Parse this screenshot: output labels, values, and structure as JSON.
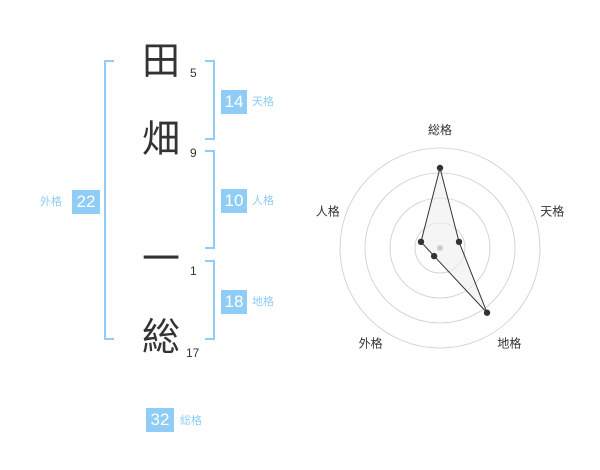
{
  "name": {
    "chars": [
      {
        "char": "田",
        "strokes": "5"
      },
      {
        "char": "畑",
        "strokes": "9"
      },
      {
        "char": "一",
        "strokes": "1"
      },
      {
        "char": "総",
        "strokes": "17"
      }
    ]
  },
  "fortunes": {
    "tenkaku": {
      "value": "14",
      "label": "天格"
    },
    "jinkaku": {
      "value": "10",
      "label": "人格"
    },
    "chikaku": {
      "value": "18",
      "label": "地格"
    },
    "gaikaku": {
      "value": "22",
      "label": "外格"
    },
    "soukaku": {
      "value": "32",
      "label": "総格"
    }
  },
  "colors": {
    "accent": "#8fcdf6",
    "text": "#333333",
    "grid": "#cccccc"
  },
  "chart_data": {
    "type": "radar",
    "axes": [
      "総格",
      "天格",
      "地格",
      "外格",
      "人格"
    ],
    "values": [
      4,
      1,
      4,
      0.5,
      1
    ],
    "rmax": 5,
    "rings": 4
  }
}
